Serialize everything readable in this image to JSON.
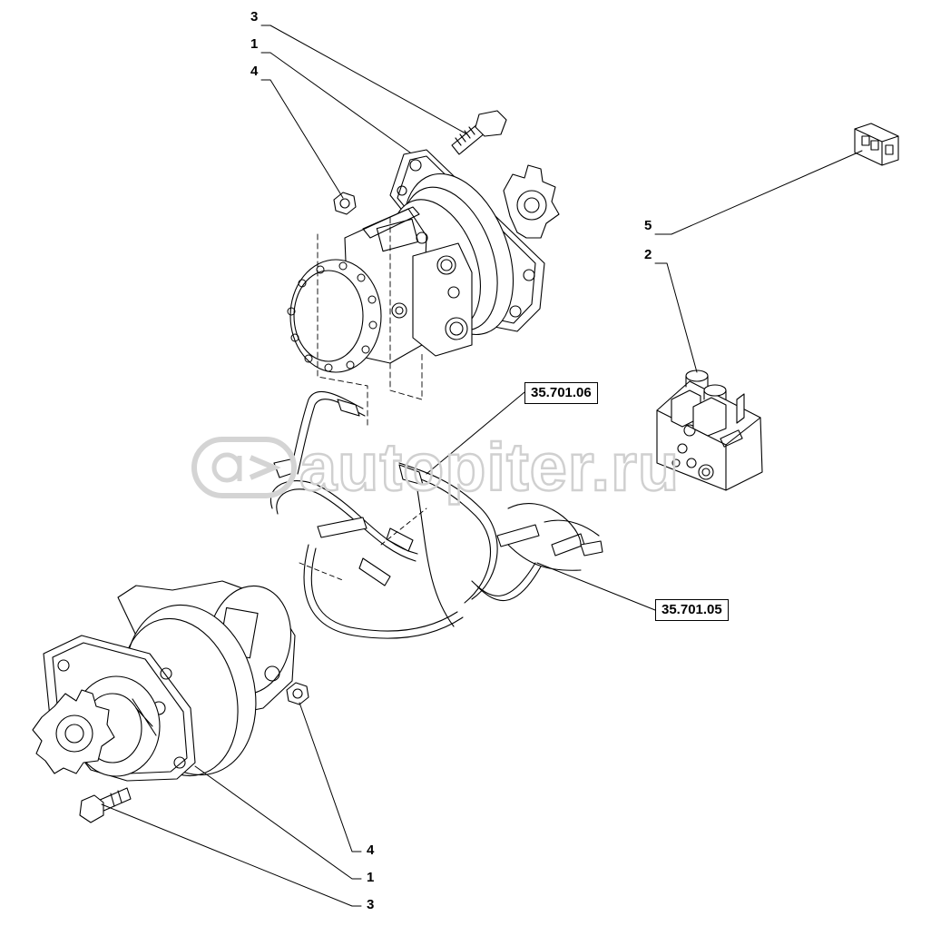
{
  "callouts": {
    "upper_bolt": "3",
    "upper_motor": "1",
    "upper_nut": "4",
    "connector": "5",
    "valve_block": "2",
    "lower_nut": "4",
    "lower_motor": "1",
    "lower_bolt": "3"
  },
  "refs": {
    "upper_hoses": "35.701.06",
    "lower_hoses": "35.701.05"
  },
  "watermark": {
    "text": "autopiter.ru"
  },
  "colors": {
    "line": "#000000",
    "watermark": "#d9d9d9",
    "background": "#ffffff"
  }
}
